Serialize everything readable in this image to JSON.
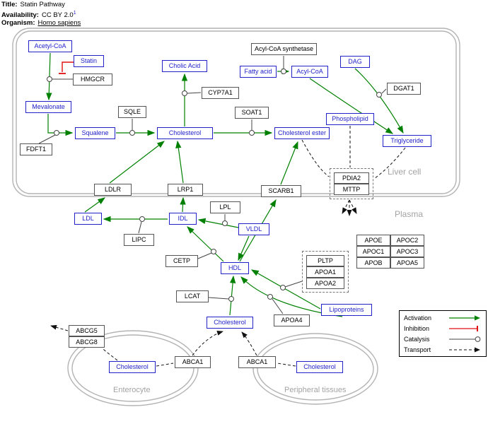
{
  "header": {
    "title_label": "Title:",
    "title_value": "Statin Pathway",
    "availability_label": "Availability:",
    "availability_value": "CC BY 2.0",
    "availability_footnote": "1",
    "organism_label": "Organism:",
    "organism_value": "Homo sapiens"
  },
  "regions": {
    "liver_cell": "Liver cell",
    "plasma": "Plasma",
    "enterocyte": "Enterocyte",
    "peripheral_tissues": "Peripheral tissues"
  },
  "nodes": {
    "acetyl_coa": "Acetyl-CoA",
    "statin": "Statin",
    "hmgcr": "HMGCR",
    "mevalonate": "Mevalonate",
    "fdft1": "FDFT1",
    "squalene": "Squalene",
    "sqle": "SQLE",
    "cholesterol_liver": "Cholesterol",
    "cholic_acid": "Cholic Acid",
    "cyp7a1": "CYP7A1",
    "soat1": "SOAT1",
    "cholesterol_ester": "Cholesterol ester",
    "acyl_coa_synthetase": "Acyl-CoA synthetase",
    "fatty_acid": "Fatty acid",
    "acyl_coa": "Acyl-CoA",
    "dag": "DAG",
    "dgat1": "DGAT1",
    "phospholipid": "Phospholipid",
    "triglyceride": "Triglyceride",
    "pdia2": "PDIA2",
    "mttp": "MTTP",
    "ldlr": "LDLR",
    "lrp1": "LRP1",
    "scarb1": "SCARB1",
    "ldl": "LDL",
    "idl": "IDL",
    "lpl": "LPL",
    "vldl": "VLDL",
    "lipc": "LIPC",
    "cetp": "CETP",
    "hdl": "HDL",
    "lcat": "LCAT",
    "cholesterol_plasma": "Cholesterol",
    "apoa4": "APOA4",
    "pltp": "PLTP",
    "apoa1": "APOA1",
    "apoa2": "APOA2",
    "apoe": "APOE",
    "apoc2": "APOC2",
    "apoc1": "APOC1",
    "apoc3": "APOC3",
    "apob": "APOB",
    "apoa5": "APOA5",
    "lipoproteins": "Lipoproteins",
    "abcg5": "ABCG5",
    "abcg8": "ABCG8",
    "cholesterol_enterocyte": "Cholesterol",
    "abca1_enterocyte": "ABCA1",
    "abca1_peripheral": "ABCA1",
    "cholesterol_peripheral": "Cholesterol"
  },
  "legend": {
    "activation": "Activation",
    "inhibition": "Inhibition",
    "catalysis": "Catalysis",
    "transport": "Transport"
  },
  "colors": {
    "metabolite": "#2222cc",
    "gene_text": "#000000",
    "activation": "#008000",
    "inhibition": "#e01010",
    "transport": "#111111",
    "region_outline": "#b3b3b3"
  }
}
